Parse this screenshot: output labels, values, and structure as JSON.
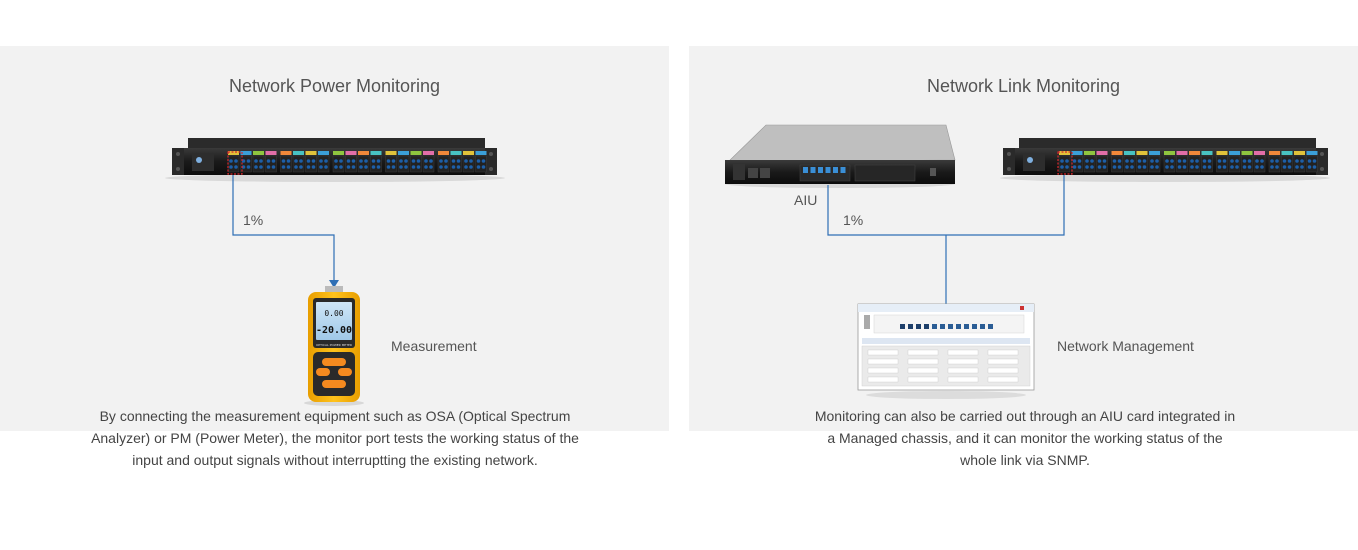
{
  "left_panel": {
    "title": "Network Power Monitoring",
    "ratio_label": "1%",
    "device_label": "Measurement",
    "meter": {
      "screen_line1": "0.00",
      "screen_line2": "-20.00",
      "brand": "OPTICAL POWER METER"
    },
    "caption_lines": [
      "By connecting the measurement equipment such as OSA (Optical Spectrum",
      "Analyzer) or PM (Power Meter), the monitor port tests the working status of the",
      "input and output signals without interruptting the existing network."
    ]
  },
  "right_panel": {
    "title": "Network Link Monitoring",
    "aiu_label": "AIU",
    "ratio_label": "1%",
    "device_label": "Network Management",
    "caption_lines": [
      "Monitoring can also be carried out through an AIU card integrated in",
      "a Managed chassis, and it can monitor the working status of the",
      "whole link via SNMP."
    ]
  },
  "colors": {
    "panel_bg": "#f2f2f2",
    "link_line": "#2f6fb5",
    "rack_body": "#1c1c1c",
    "port_blue": "#1d5fa8",
    "meter_yellow": "#f5b512",
    "monitor_port_highlight": "#d9262c"
  }
}
